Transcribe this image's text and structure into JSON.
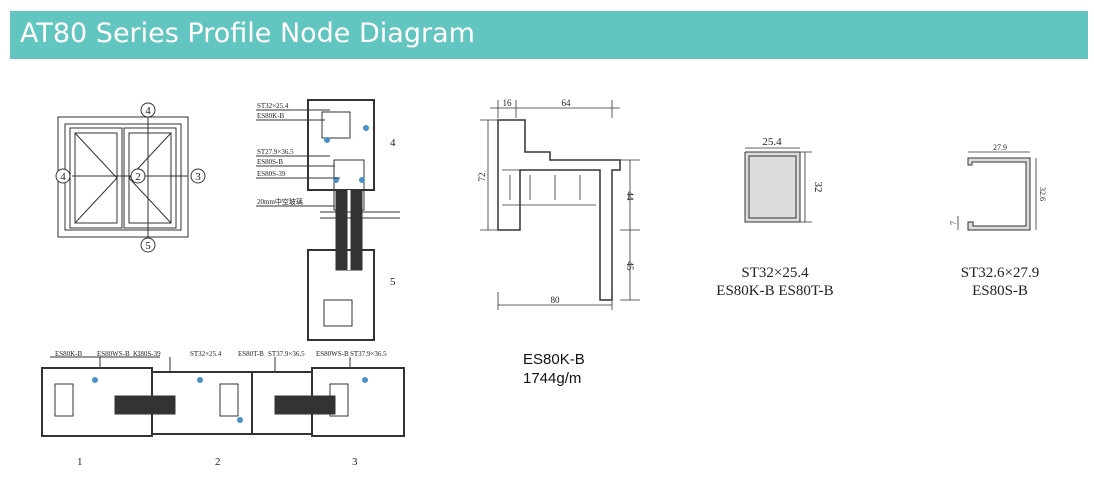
{
  "header": {
    "title": "AT80 Series Profile Node Diagram"
  },
  "elevation": {
    "nodes": [
      "4",
      "2",
      "3",
      "5",
      "4"
    ]
  },
  "vertical_section": {
    "labels": [
      "ST32×25.4",
      "ES80K-B",
      "ST27.9×36.5",
      "ES80S-B",
      "ES80S-39",
      "20mm中空玻璃"
    ],
    "nodes": [
      "4",
      "5"
    ]
  },
  "horizontal_section": {
    "labels": [
      "ES80K-B",
      "ES80WS-B",
      "KI80S-39",
      "ST32×25.4",
      "ES80T-B",
      "ST37.9×36.5",
      "ES80WS-B",
      "ST37.9×36.5"
    ],
    "nodes": [
      "1",
      "2",
      "3"
    ]
  },
  "profile": {
    "dims": [
      "16",
      "64",
      "72",
      "44",
      "45",
      "80"
    ],
    "name": "ES80K-B",
    "weight": "1744g/m"
  },
  "steel1": {
    "dims": [
      "25.4",
      "32"
    ],
    "line1": "ST32×25.4",
    "line2": "ES80K-B ES80T-B"
  },
  "steel2": {
    "dims": [
      "27.9",
      "32.6",
      "7"
    ],
    "line1": "ST32.6×27.9",
    "line2": "ES80S-B"
  }
}
